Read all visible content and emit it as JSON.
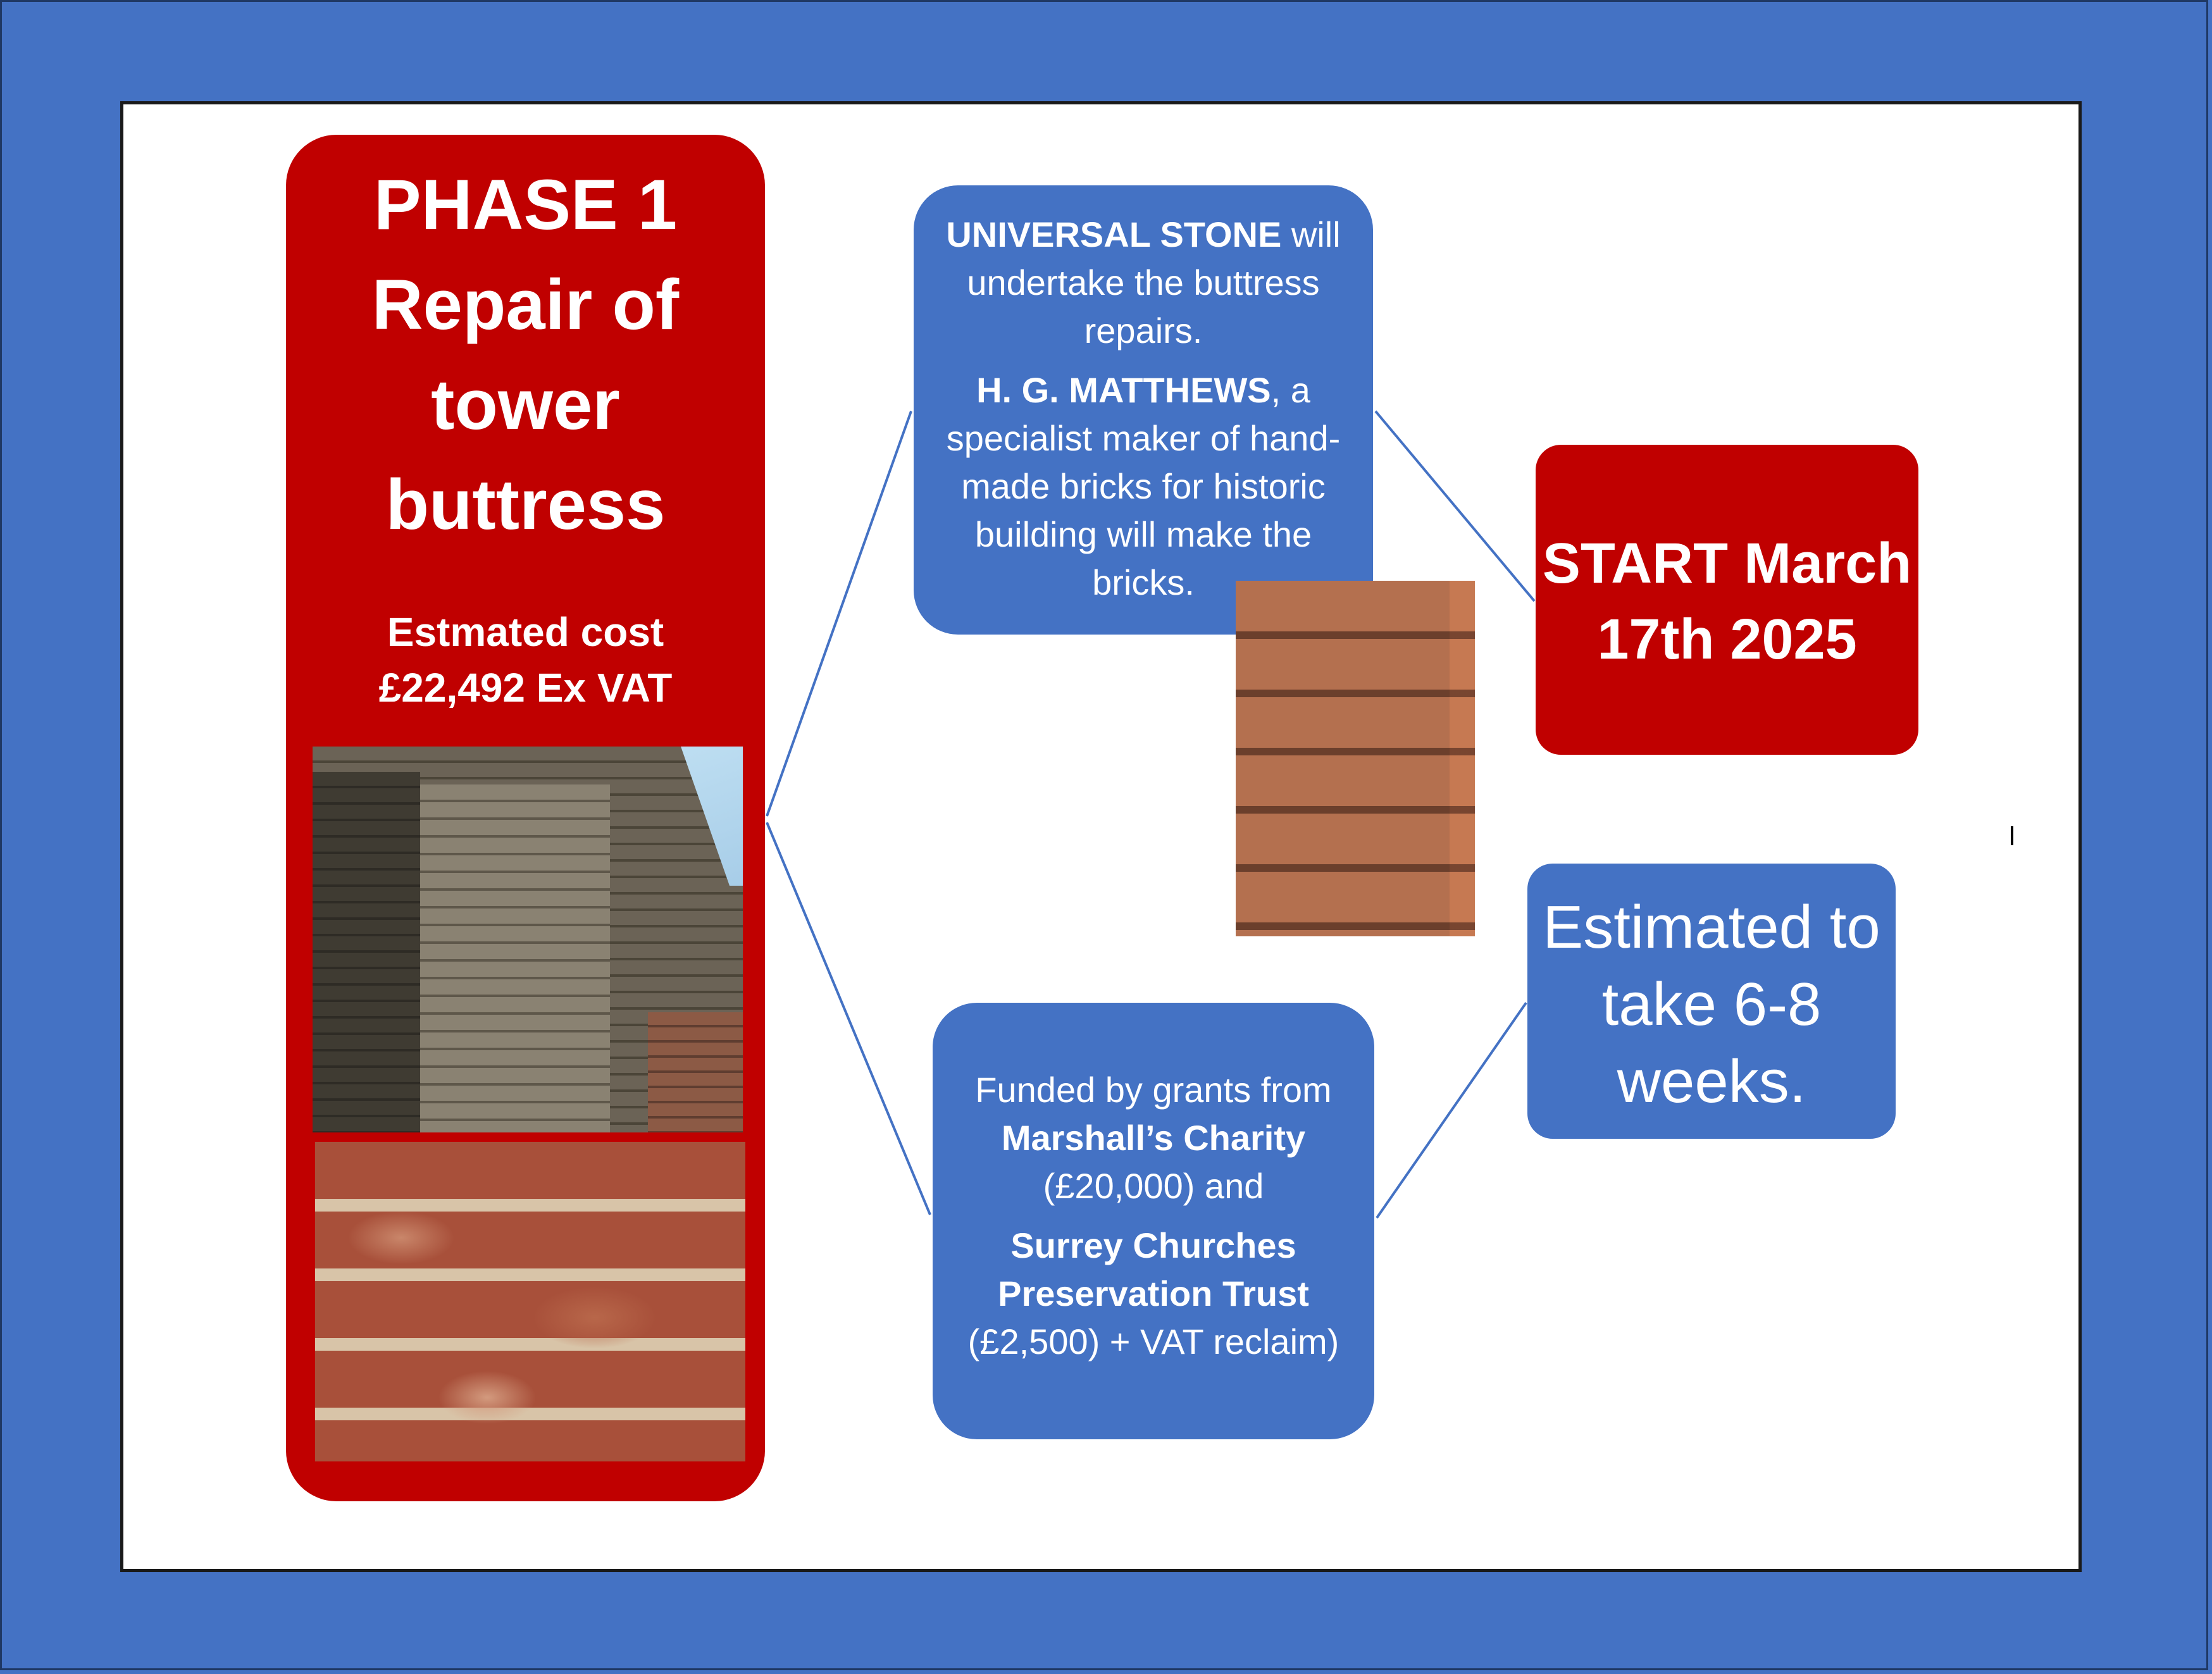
{
  "phase": {
    "title_lines": [
      "PHASE 1",
      "Repair of",
      "tower",
      "buttress"
    ],
    "cost_label": "Estmated cost",
    "cost_value": "£22,492 Ex VAT"
  },
  "contractors": {
    "stone_company": "UNIVERSAL STONE",
    "stone_text": " will undertake the buttress repairs.",
    "brick_company": "H. G. MATTHEWS",
    "brick_text": ", a specialist maker of hand-made bricks for historic building will make the bricks."
  },
  "funding": {
    "intro": "Funded by grants from",
    "grant1_name": "Marshall’s Charity",
    "grant1_amount": "(£20,000) and",
    "grant2_name_line1": "Surrey Churches",
    "grant2_name_line2": "Preservation Trust",
    "grant2_amount": "(£2,500) + VAT reclaim)"
  },
  "start": {
    "line1": "START March",
    "line2": "17th 2025"
  },
  "duration": {
    "line1": "Estimated to",
    "line2": "take 6-8",
    "line3": "weeks."
  },
  "colors": {
    "background": "#4472c4",
    "panel": "#ffffff",
    "red_box": "#c00000",
    "blue_box": "#4472c4",
    "connector": "#4472c4"
  }
}
